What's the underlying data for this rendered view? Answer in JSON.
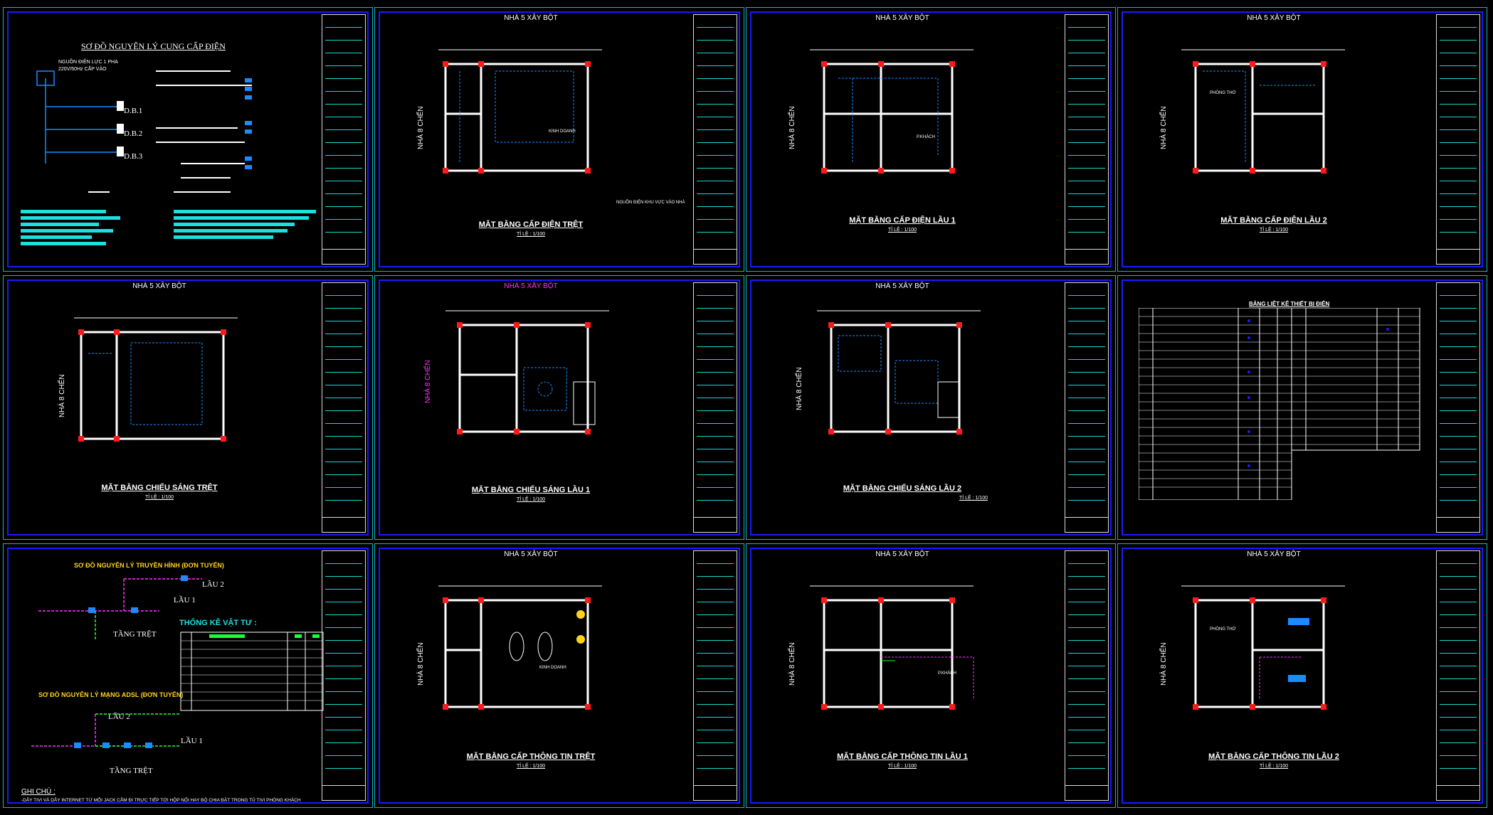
{
  "colors": {
    "background": "#000000",
    "frame": "#1a1aff",
    "outer": "#12b8c4",
    "wall": "#ffffff",
    "wire": "#1a8cff",
    "node": "#ff1a1a",
    "accent_magenta": "#ff33ff",
    "accent_yellow": "#ffd21a",
    "accent_cyan": "#1ae0e0",
    "accent_green": "#1aff3a"
  },
  "house_label": "NHÀ 5 XÂY BỘT",
  "side_label": "NHÀ 8 CHẾN",
  "sheets": [
    {
      "title": "SƠ ĐỒ NGUYÊN LÝ CUNG CẤP ĐIỆN",
      "labels": [
        "NGUỒN ĐIỆN LỰC 1 PHA",
        "220V/50Hz CẤP VÀO",
        "D.B.1",
        "D.B.2",
        "D.B.3"
      ],
      "icon": "power-schematic-icon"
    },
    {
      "title": "MẶT BẰNG CẤP ĐIỆN TRỆT",
      "scale": "TỈ LỆ : 1/100",
      "room": "KINH DOANH",
      "note": "NGUỒN ĐIỆN KHU VỰC VÀO NHÀ",
      "icon": "floor-plan-icon"
    },
    {
      "title": "MẶT BẰNG CẤP ĐIỆN LẦU 1",
      "scale": "TỈ LỆ : 1/100",
      "room": "P.KHÁCH",
      "icon": "floor-plan-icon"
    },
    {
      "title": "MẶT BẰNG CẤP ĐIỆN LẦU 2",
      "scale": "TỈ LỆ : 1/100",
      "room": "PHÒNG THỜ",
      "icon": "floor-plan-icon"
    },
    {
      "title": "MẶT BẰNG CHIẾU SÁNG TRỆT",
      "scale": "TỈ LỆ : 1/100",
      "icon": "floor-plan-icon"
    },
    {
      "title": "MẶT BẰNG CHIẾU SÁNG LẦU 1",
      "scale": "TỈ LỆ : 1/100",
      "icon": "floor-plan-icon"
    },
    {
      "title": "MẶT BẰNG CHIẾU SÁNG LẦU 2",
      "scale": "TỈ LỆ : 1/100",
      "icon": "floor-plan-icon"
    },
    {
      "title": "BẢNG LIỆT KÊ THIẾT BỊ ĐIỆN",
      "icon": "equipment-table-icon"
    },
    {
      "title": "SƠ ĐỒ NGUYÊN LÝ TRUYỀN HÌNH (ĐƠN TUYẾN)",
      "title2": "SƠ ĐỒ NGUYÊN LÝ MẠNG ADSL (ĐƠN TUYẾN)",
      "table_title": "THỐNG KÊ VẬT TƯ :",
      "floors": [
        "LẦU 2",
        "LẦU 1",
        "TẦNG TRỆT"
      ],
      "note_title": "GHI CHÚ :",
      "note": "-DÂY TIVI VÀ DÂY INTERNET TỪ MỖI JACK CẮM ĐI TRỰC TIẾP TỚI HỘP NỐI HAY BỘ CHIA ĐẶT TRONG TỦ TIVI PHÒNG KHÁCH",
      "icon": "tv-adsl-schematic-icon"
    },
    {
      "title": "MẶT BẰNG CẤP THÔNG TIN TRỆT",
      "scale": "TỈ LỆ : 1/100",
      "room": "KINH DOANH",
      "icon": "floor-plan-icon"
    },
    {
      "title": "MẶT BẰNG CẤP THÔNG TIN LẦU 1",
      "scale": "TỈ LỆ : 1/100",
      "room": "P.KHÁCH",
      "icon": "floor-plan-icon"
    },
    {
      "title": "MẶT BẰNG CẤP THÔNG TIN LẦU 2",
      "scale": "TỈ LỆ : 1/100",
      "room": "PHÒNG THỜ",
      "icon": "floor-plan-icon"
    }
  ]
}
